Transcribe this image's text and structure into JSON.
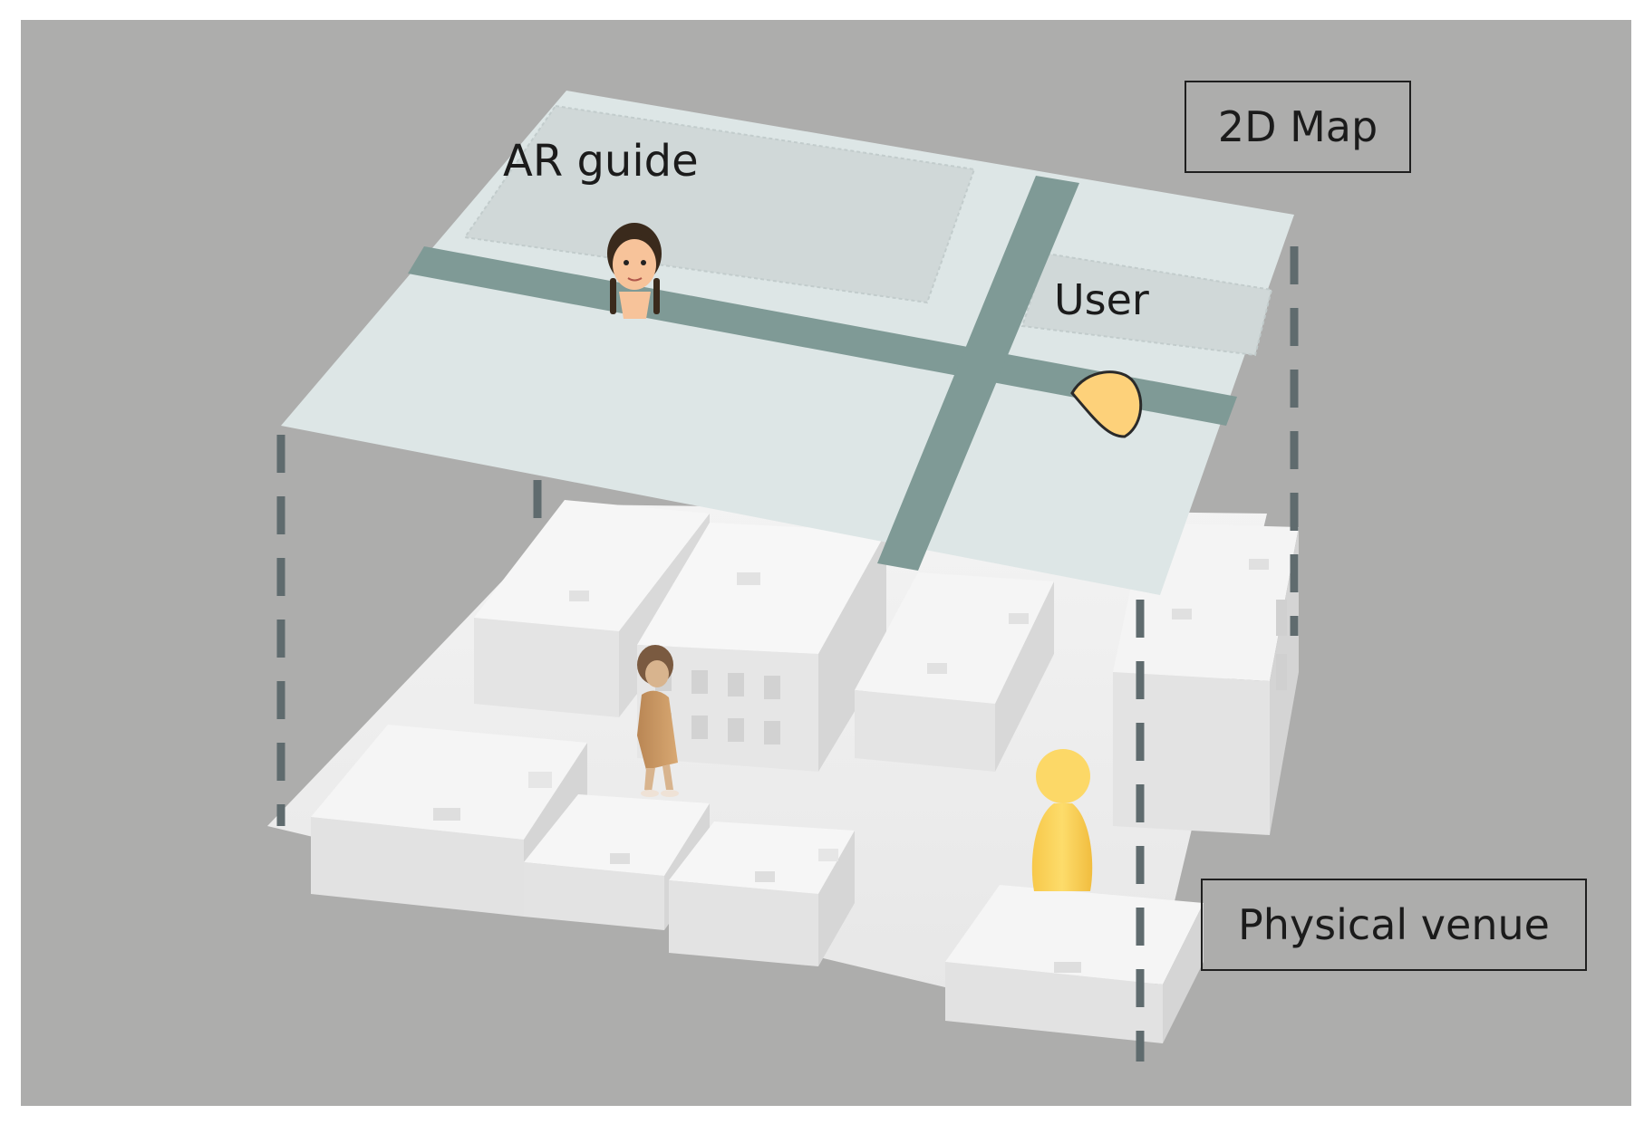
{
  "labels": {
    "map_title": "2D Map",
    "venue_title": "Physical venue",
    "guide": "AR guide",
    "user": "User"
  },
  "icons": {
    "guide_avatar": "ar-guide-avatar-icon",
    "user_marker": "user-location-marker-icon",
    "guide_figure": "ar-guide-figure-icon",
    "user_figure": "user-figure-icon"
  },
  "colors": {
    "background": "#adadac",
    "map_plane": "#dde6e6",
    "map_road": "#7f9a96",
    "venue_ground": "#ededed",
    "user_marker": "#fdd17a",
    "user_figure": "#fbd35a"
  }
}
